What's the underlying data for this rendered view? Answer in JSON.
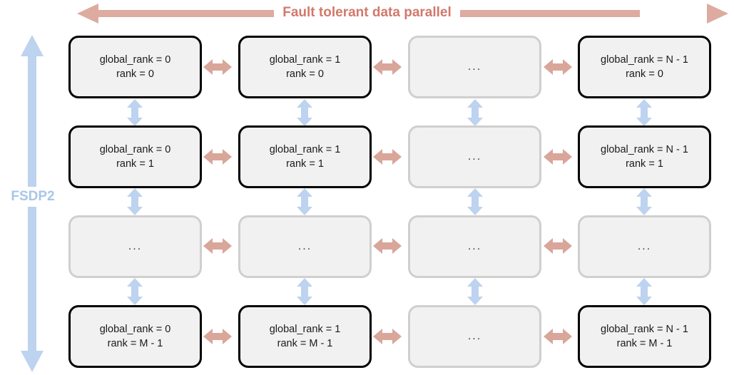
{
  "diagram": {
    "title": "Fault tolerant data parallel / FSDP2 grid",
    "top_axis": {
      "label": "Fault tolerant data parallel",
      "icon": "double-headed-horizontal-arrow-icon",
      "color": "#d2786b",
      "arrow_color": "#ddab9f"
    },
    "left_axis": {
      "label": "FSDP2",
      "icon": "double-headed-vertical-arrow-icon",
      "color": "#a8c6e8",
      "arrow_color": "#bdd3ef"
    },
    "colors": {
      "box_fill": "#f1f1f1",
      "box_border_solid": "#000000",
      "box_border_ghost": "#cfcfcf",
      "horizontal_arrow": "#d9a69a",
      "vertical_arrow": "#bdd3ef",
      "text": "#1a1a1a",
      "background": "#ffffff"
    },
    "ellipsis": "...",
    "columns": 4,
    "rows": 4,
    "grid": [
      [
        {
          "type": "node",
          "line1": "global_rank = 0",
          "line2": "rank = 0"
        },
        {
          "type": "node",
          "line1": "global_rank = 1",
          "line2": "rank = 0"
        },
        {
          "type": "ellipsis",
          "text": "..."
        },
        {
          "type": "node",
          "line1": "global_rank = N - 1",
          "line2": "rank = 0"
        }
      ],
      [
        {
          "type": "node",
          "line1": "global_rank = 0",
          "line2": "rank = 1"
        },
        {
          "type": "node",
          "line1": "global_rank = 1",
          "line2": "rank = 1"
        },
        {
          "type": "ellipsis",
          "text": "..."
        },
        {
          "type": "node",
          "line1": "global_rank = N - 1",
          "line2": "rank = 1"
        }
      ],
      [
        {
          "type": "ellipsis",
          "text": "..."
        },
        {
          "type": "ellipsis",
          "text": "..."
        },
        {
          "type": "ellipsis",
          "text": "..."
        },
        {
          "type": "ellipsis",
          "text": "..."
        }
      ],
      [
        {
          "type": "node",
          "line1": "global_rank = 0",
          "line2": "rank = M - 1"
        },
        {
          "type": "node",
          "line1": "global_rank = 1",
          "line2": "rank = M - 1"
        },
        {
          "type": "ellipsis",
          "text": "..."
        },
        {
          "type": "node",
          "line1": "global_rank = N - 1",
          "line2": "rank = M - 1"
        }
      ]
    ]
  }
}
